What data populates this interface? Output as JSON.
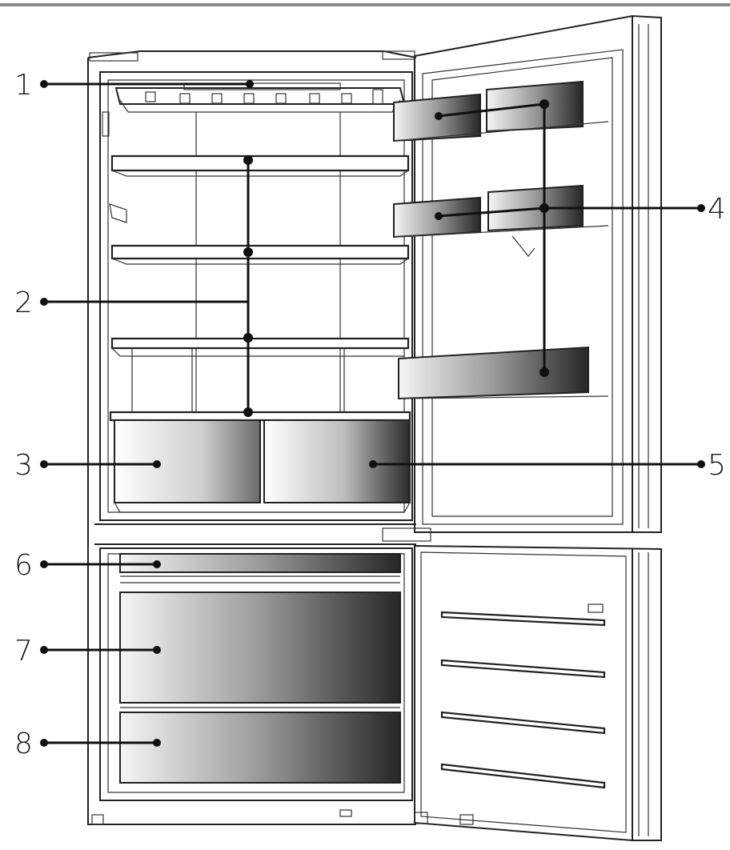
{
  "callouts": [
    {
      "id": "1",
      "label": "1"
    },
    {
      "id": "2",
      "label": "2"
    },
    {
      "id": "3",
      "label": "3"
    },
    {
      "id": "4",
      "label": "4"
    },
    {
      "id": "5",
      "label": "5"
    },
    {
      "id": "6",
      "label": "6"
    },
    {
      "id": "7",
      "label": "7"
    },
    {
      "id": "8",
      "label": "8"
    }
  ],
  "colors": {
    "line": "#111111",
    "drawer_dark": "#2b2b2b",
    "drawer_light": "#ffffff"
  }
}
